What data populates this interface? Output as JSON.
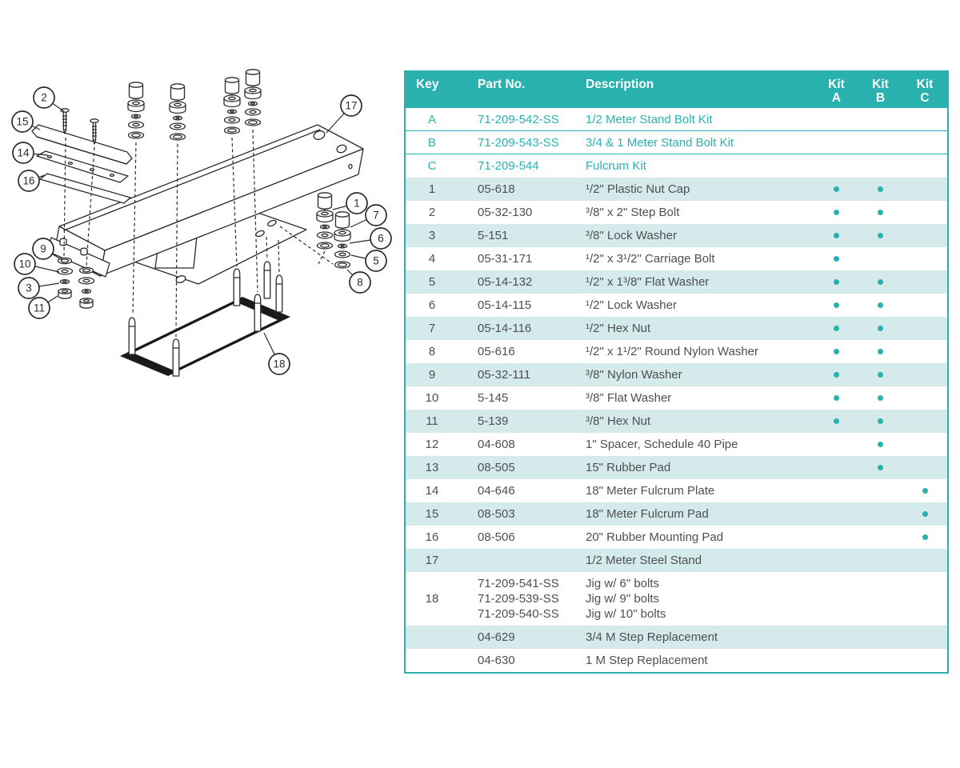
{
  "colors": {
    "teal": "#29b1b0",
    "teal_light_row": "#d5eaea",
    "header_text": "#ffffff",
    "body_text": "#4d4f53",
    "line_art": "#2b2b2b"
  },
  "diagram": {
    "description_name": "exploded-view-half-meter-stand",
    "callouts": [
      "2",
      "15",
      "14",
      "16",
      "9",
      "10",
      "3",
      "11",
      "17",
      "1",
      "7",
      "6",
      "5",
      "8",
      "18"
    ]
  },
  "table": {
    "headers": {
      "key": "Key",
      "part": "Part No.",
      "desc": "Description",
      "kit_a": "Kit\nA",
      "kit_b": "Kit\nB",
      "kit_c": "Kit\nC"
    },
    "kit_rows": [
      {
        "key": "A",
        "part": "71-209-542-SS",
        "desc": "1/2 Meter Stand Bolt Kit"
      },
      {
        "key": "B",
        "part": "71-209-543-SS",
        "desc": "3/4 & 1 Meter Stand Bolt Kit"
      },
      {
        "key": "C",
        "part": "71-209-544",
        "desc": "Fulcrum Kit"
      }
    ],
    "rows": [
      {
        "key": "1",
        "part": "05-618",
        "desc": "¹/2\" Plastic Nut Cap",
        "a": true,
        "b": true,
        "c": false
      },
      {
        "key": "2",
        "part": "05-32-130",
        "desc": "³/8\" x 2\" Step Bolt",
        "a": true,
        "b": true,
        "c": false
      },
      {
        "key": "3",
        "part": "5-151",
        "desc": "³/8\" Lock Washer",
        "a": true,
        "b": true,
        "c": false
      },
      {
        "key": "4",
        "part": "05-31-171",
        "desc": "¹/2\" x 3¹/2\" Carriage Bolt",
        "a": true,
        "b": false,
        "c": false
      },
      {
        "key": "5",
        "part": "05-14-132",
        "desc": "¹/2\" x 1³/8\" Flat Washer",
        "a": true,
        "b": true,
        "c": false
      },
      {
        "key": "6",
        "part": "05-14-115",
        "desc": "¹/2\" Lock Washer",
        "a": true,
        "b": true,
        "c": false
      },
      {
        "key": "7",
        "part": "05-14-116",
        "desc": "¹/2\" Hex Nut",
        "a": true,
        "b": true,
        "c": false
      },
      {
        "key": "8",
        "part": "05-616",
        "desc": "¹/2\" x 1¹/2\" Round Nylon Washer",
        "a": true,
        "b": true,
        "c": false
      },
      {
        "key": "9",
        "part": "05-32-111",
        "desc": "³/8\" Nylon Washer",
        "a": true,
        "b": true,
        "c": false
      },
      {
        "key": "10",
        "part": "5-145",
        "desc": "³/8\" Flat Washer",
        "a": true,
        "b": true,
        "c": false
      },
      {
        "key": "11",
        "part": "5-139",
        "desc": "³/8\" Hex Nut",
        "a": true,
        "b": true,
        "c": false
      },
      {
        "key": "12",
        "part": "04-608",
        "desc": "1\" Spacer, Schedule 40 Pipe",
        "a": false,
        "b": true,
        "c": false
      },
      {
        "key": "13",
        "part": "08-505",
        "desc": "15\" Rubber Pad",
        "a": false,
        "b": true,
        "c": false
      },
      {
        "key": "14",
        "part": "04-646",
        "desc": "18\" Meter Fulcrum Plate",
        "a": false,
        "b": false,
        "c": true
      },
      {
        "key": "15",
        "part": "08-503",
        "desc": "18\" Meter Fulcrum Pad",
        "a": false,
        "b": false,
        "c": true
      },
      {
        "key": "16",
        "part": "08-506",
        "desc": "20\" Rubber Mounting Pad",
        "a": false,
        "b": false,
        "c": true
      },
      {
        "key": "17",
        "part": "",
        "desc": "1/2 Meter Steel Stand",
        "a": false,
        "b": false,
        "c": false
      },
      {
        "key": "18",
        "part": "71-209-541-SS\n71-209-539-SS\n71-209-540-SS",
        "desc": "Jig w/ 6\" bolts\nJig w/ 9\" bolts\nJig w/ 10\" bolts",
        "a": false,
        "b": false,
        "c": false
      },
      {
        "key": "",
        "part": "04-629",
        "desc": "3/4 M Step Replacement",
        "a": false,
        "b": false,
        "c": false
      },
      {
        "key": "",
        "part": "04-630",
        "desc": "1 M Step Replacement",
        "a": false,
        "b": false,
        "c": false
      }
    ]
  }
}
